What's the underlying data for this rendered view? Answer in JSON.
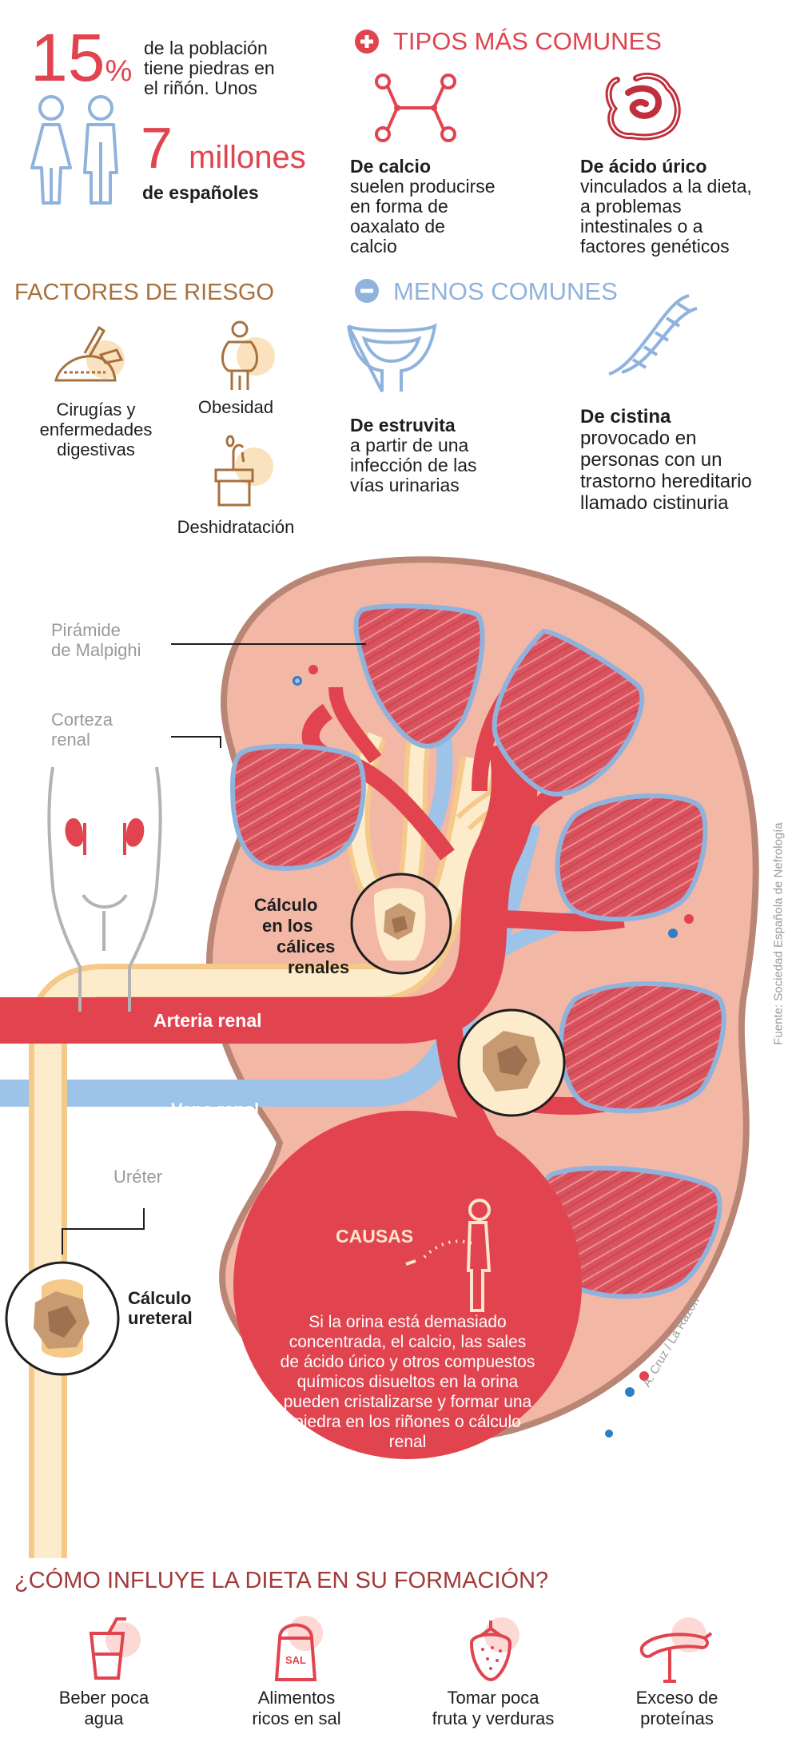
{
  "stats": {
    "percent_value": "15",
    "percent_sign": "%",
    "percent_text_1": "de la población",
    "percent_text_2": "tiene piedras en",
    "percent_text_3": "el riñón. Unos",
    "millions_value": "7",
    "millions_word": "millones",
    "millions_text": "de españoles"
  },
  "common_types": {
    "title": "TIPOS MÁS COMUNES",
    "calcium": {
      "name": "De calcio",
      "line1": "suelen producirse",
      "line2": "en forma de",
      "line3": "oaxalato de",
      "line4": "calcio"
    },
    "uric": {
      "name": "De ácido úrico",
      "line1": "vinculados a la dieta,",
      "line2": "a problemas",
      "line3": "intestinales o a",
      "line4": "factores genéticos"
    }
  },
  "risk_factors": {
    "title": "FACTORES DE RIESGO",
    "surgery_1": "Cirugías y",
    "surgery_2": "enfermedades",
    "surgery_3": "digestivas",
    "obesity": "Obesidad",
    "dehydration": "Deshidratación"
  },
  "less_common": {
    "title": "MENOS COMUNES",
    "struvite": {
      "name": "De estruvita",
      "line1": "a partir de una",
      "line2": "infección de las",
      "line3": "vías urinarias"
    },
    "cystine": {
      "name": "De cistina",
      "line1": "provocado en",
      "line2": "personas con un",
      "line3": "trastorno hereditario",
      "line4": "llamado cistinuria"
    }
  },
  "kidney_labels": {
    "pyramid_1": "Pirámide",
    "pyramid_2": "de Malpighi",
    "cortex_1": "Corteza",
    "cortex_2": "renal",
    "calyx_1": "Cálculo",
    "calyx_2": "en los",
    "calyx_3": "cálices",
    "calyx_4": "renales",
    "artery": "Arteria renal",
    "vein": "Vena renal",
    "ureter": "Uréter",
    "ureteral_1": "Cálculo",
    "ureteral_2": "ureteral"
  },
  "causes": {
    "title": "CAUSAS",
    "line1": "Si la orina está demasiado",
    "line2": "concentrada, el calcio, las sales",
    "line3": "de ácido úrico y otros compuestos",
    "line4": "químicos disueltos en la orina",
    "line5": "pueden cristalizarse y formar una",
    "line6": "piedra en los riñones o cálculo",
    "line7": "renal"
  },
  "source": "Fuente: Sociedad Española de Nefrología",
  "credit": "A. Cruz / La Razón",
  "diet": {
    "title": "¿CÓMO INFLUYE LA DIETA EN SU FORMACIÓN?",
    "water_1": "Beber poca",
    "water_2": "agua",
    "salt_1": "Alimentos",
    "salt_2": "ricos en sal",
    "fruit_1": "Tomar poca",
    "fruit_2": "fruta y verduras",
    "protein_1": "Exceso de",
    "protein_2": "proteínas",
    "salt_label": "SAL"
  },
  "colors": {
    "red": "#e1444f",
    "brown": "#a8703d",
    "blue": "#8fb3dd",
    "kidney": "#f3b7a6"
  }
}
